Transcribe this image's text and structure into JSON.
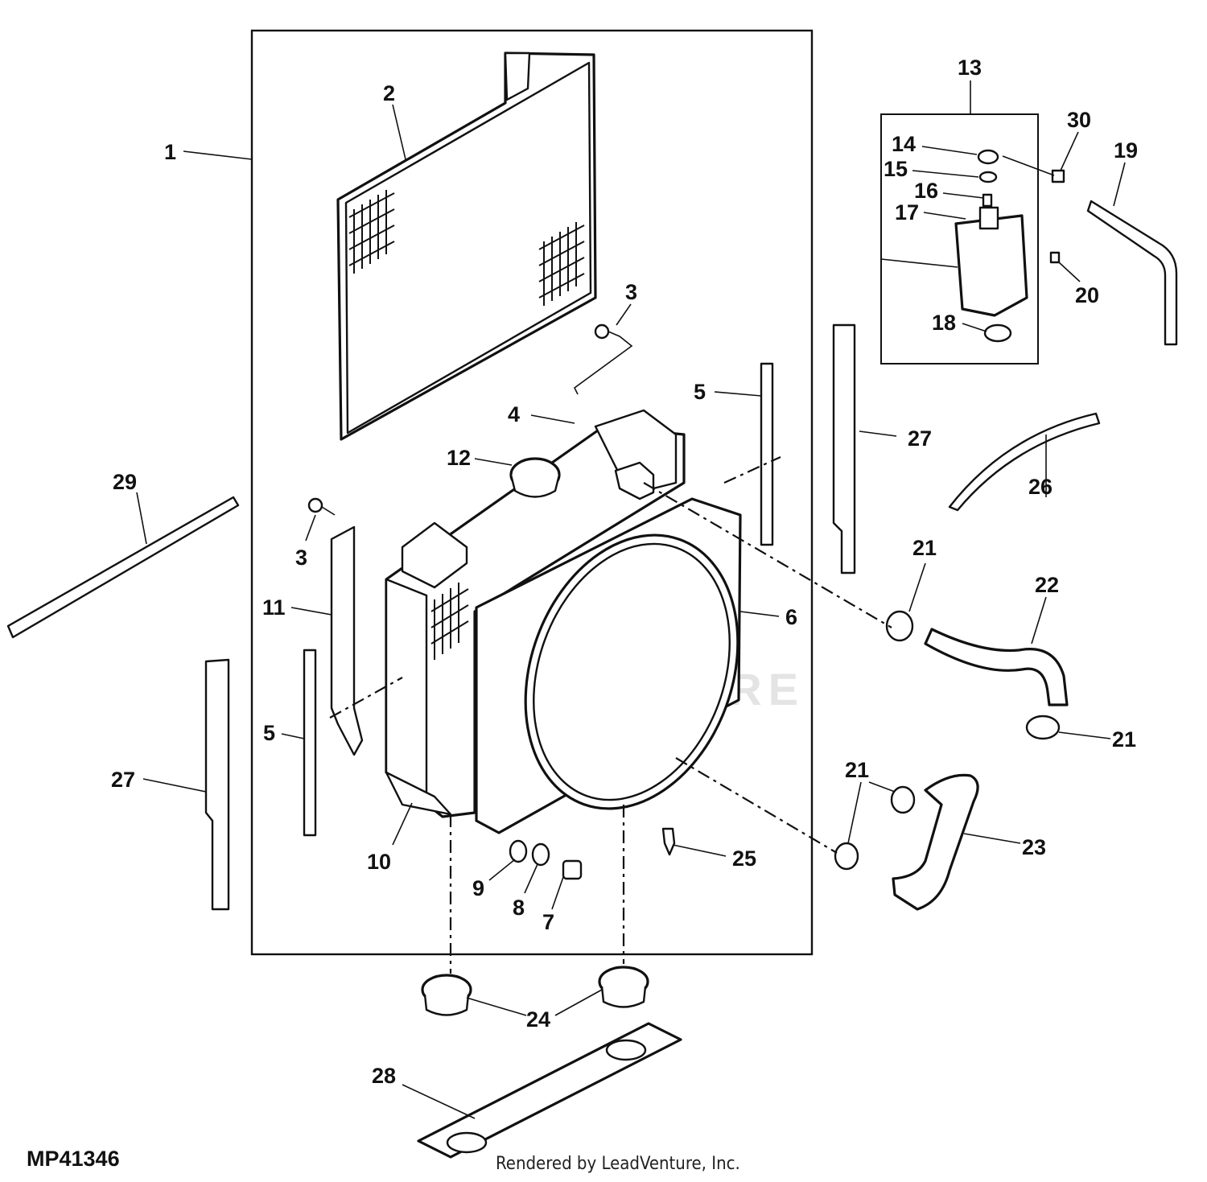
{
  "callouts": {
    "c1": "1",
    "c2": "2",
    "c3a": "3",
    "c3b": "3",
    "c4": "4",
    "c5a": "5",
    "c5b": "5",
    "c6": "6",
    "c7": "7",
    "c8": "8",
    "c9": "9",
    "c10": "10",
    "c11": "11",
    "c12": "12",
    "c13": "13",
    "c14": "14",
    "c15": "15",
    "c16": "16",
    "c17": "17",
    "c18": "18",
    "c19": "19",
    "c20": "20",
    "c21a": "21",
    "c21b": "21",
    "c21c": "21",
    "c22": "22",
    "c23": "23",
    "c24": "24",
    "c25": "25",
    "c26": "26",
    "c27a": "27",
    "c27b": "27",
    "c28": "28",
    "c29": "29",
    "c30": "30"
  },
  "diagram_code": "MP41346",
  "watermark": "LEADVENTURE",
  "credit": "Rendered by LeadVenture, Inc."
}
